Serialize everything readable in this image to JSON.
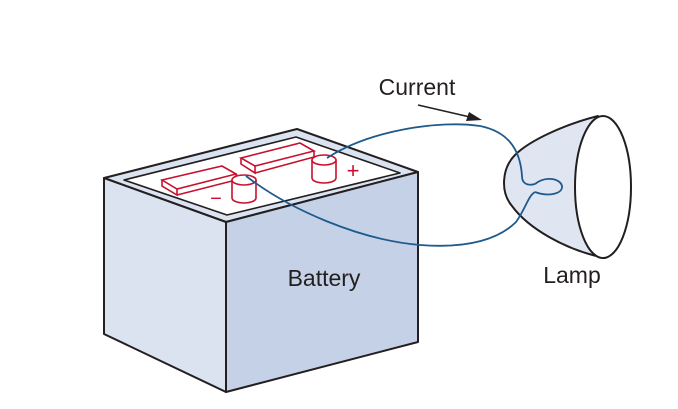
{
  "labels": {
    "current": "Current",
    "battery": "Battery",
    "lamp": "Lamp",
    "positive": "+",
    "negative": "−"
  },
  "colors": {
    "outline": "#231f20",
    "battery_fill": "#dbe3f1",
    "battery_side_fill": "#c5d1e6",
    "terminal_red": "#c8102e",
    "wire_blue": "#1f5a8c",
    "lamp_fill": "#dfe6f2"
  },
  "icons": {
    "arrow": "current-direction-arrow"
  }
}
